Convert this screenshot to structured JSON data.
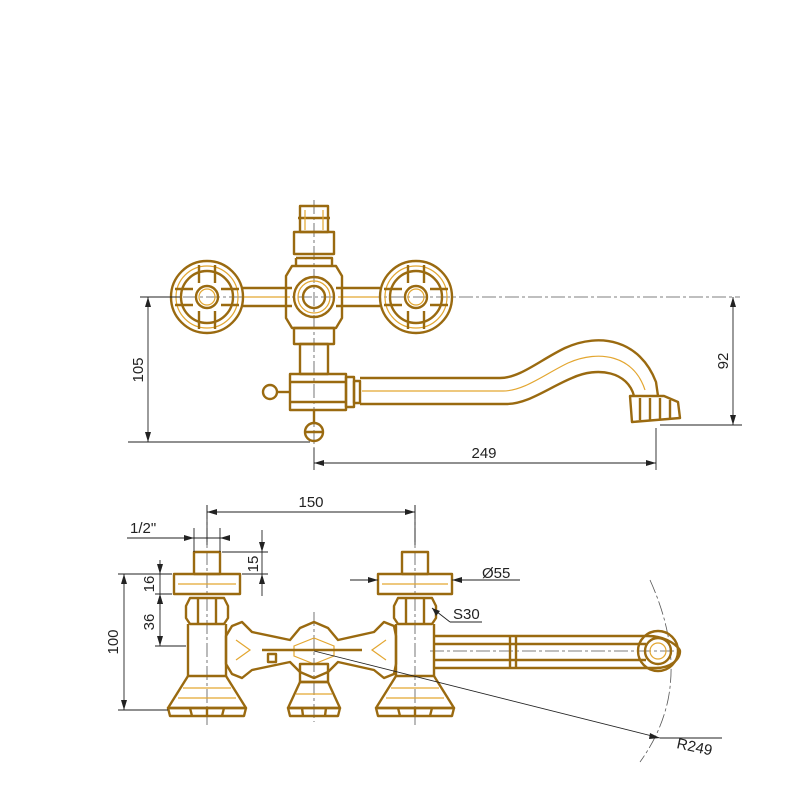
{
  "drawing": {
    "colors": {
      "body_outline": "#9a6a10",
      "body_inner": "#e3a630",
      "dimension_ink": "#222222",
      "center_line": "#555555"
    },
    "top_view": {
      "dimensions": {
        "height_left": "105",
        "height_right": "92",
        "spout_length": "249"
      }
    },
    "front_view": {
      "dimensions": {
        "center_distance": "150",
        "thread": "1/2\"",
        "thread_height": "15",
        "flange_height": "16",
        "nut_height": "36",
        "total_height": "100",
        "flange_diameter": "Ø55",
        "wrench_size": "S30",
        "spout_radius": "R249"
      }
    }
  }
}
